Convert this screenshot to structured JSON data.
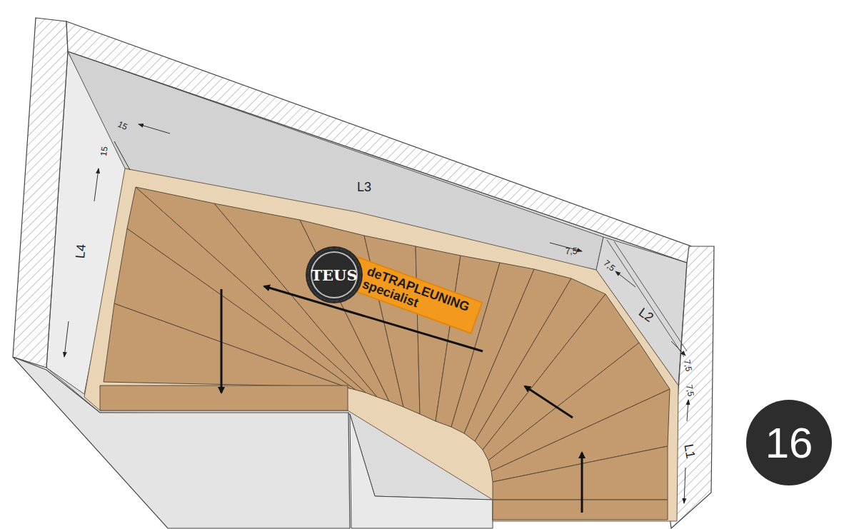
{
  "diagram": {
    "nodes": [
      {
        "text": [
          "TEUS"
        ]
      },
      {
        "text": [
          "deTRAPLEUNING specialist"
        ]
      },
      {
        "text": [
          "16"
        ]
      }
    ],
    "labels": [
      "15",
      "15",
      "L3",
      "L4",
      "7,5",
      "7,5",
      "L2",
      "7,5",
      "7,5",
      "L1"
    ]
  }
}
